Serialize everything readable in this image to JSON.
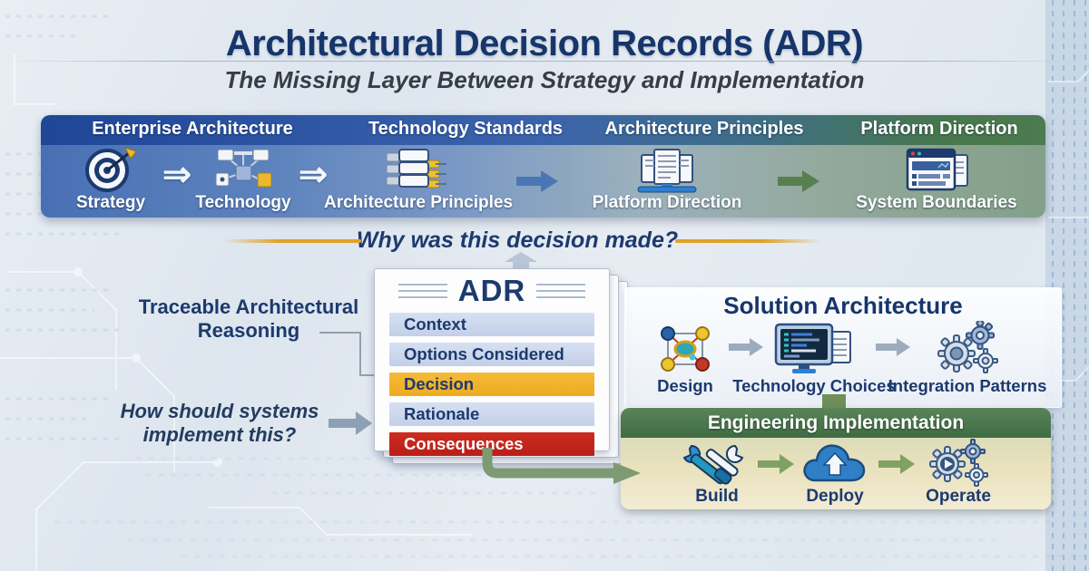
{
  "header": {
    "title": "Architectural Decision Records (ADR)",
    "subtitle": "The Missing Layer Between Strategy and Implementation"
  },
  "top_banner": {
    "headers": [
      "Enterprise Architecture",
      "Technology Standards",
      "Architecture Principles",
      "Platform Direction"
    ],
    "items": [
      {
        "label": "Strategy",
        "icon": "target-icon"
      },
      {
        "label": "Technology",
        "icon": "flowchart-icon"
      },
      {
        "label": "Architecture Principles",
        "icon": "server-stack-icon"
      },
      {
        "label": "Platform Direction",
        "icon": "documents-icon"
      },
      {
        "label": "System Boundaries",
        "icon": "browser-window-icon"
      }
    ]
  },
  "question_divider": {
    "text": "Why was this decision made?"
  },
  "annotations": {
    "traceable": "Traceable Architectural Reasoning",
    "implement": "How should systems implement this?"
  },
  "adr_card": {
    "title": "ADR",
    "rows": [
      {
        "label": "Context",
        "emphasis": "normal"
      },
      {
        "label": "Options Considered",
        "emphasis": "normal"
      },
      {
        "label": "Decision",
        "emphasis": "decision"
      },
      {
        "label": "Rationale",
        "emphasis": "normal"
      },
      {
        "label": "Consequences",
        "emphasis": "consequences"
      }
    ]
  },
  "solution_architecture": {
    "title": "Solution Architecture",
    "items": [
      {
        "label": "Design",
        "icon": "network-graph-icon"
      },
      {
        "label": "Technology Choices",
        "icon": "code-monitor-icon"
      },
      {
        "label": "Integration Patterns",
        "icon": "gears-icon"
      }
    ]
  },
  "engineering_implementation": {
    "title": "Engineering Implementation",
    "items": [
      {
        "label": "Build",
        "icon": "tools-icon"
      },
      {
        "label": "Deploy",
        "icon": "cloud-upload-icon"
      },
      {
        "label": "Operate",
        "icon": "gears-play-icon"
      }
    ]
  },
  "colors": {
    "title_navy": "#16356b",
    "banner_blue": "#2d55a3",
    "banner_green": "#4c7b50",
    "accent_gold": "#dfa32a",
    "adr_row_blue": "#c9d4ea",
    "decision_amber": "#f0b02c",
    "consequences_red": "#c3251c",
    "engineering_green": "#4b7a4e",
    "engineering_tan": "#eae2bd"
  }
}
